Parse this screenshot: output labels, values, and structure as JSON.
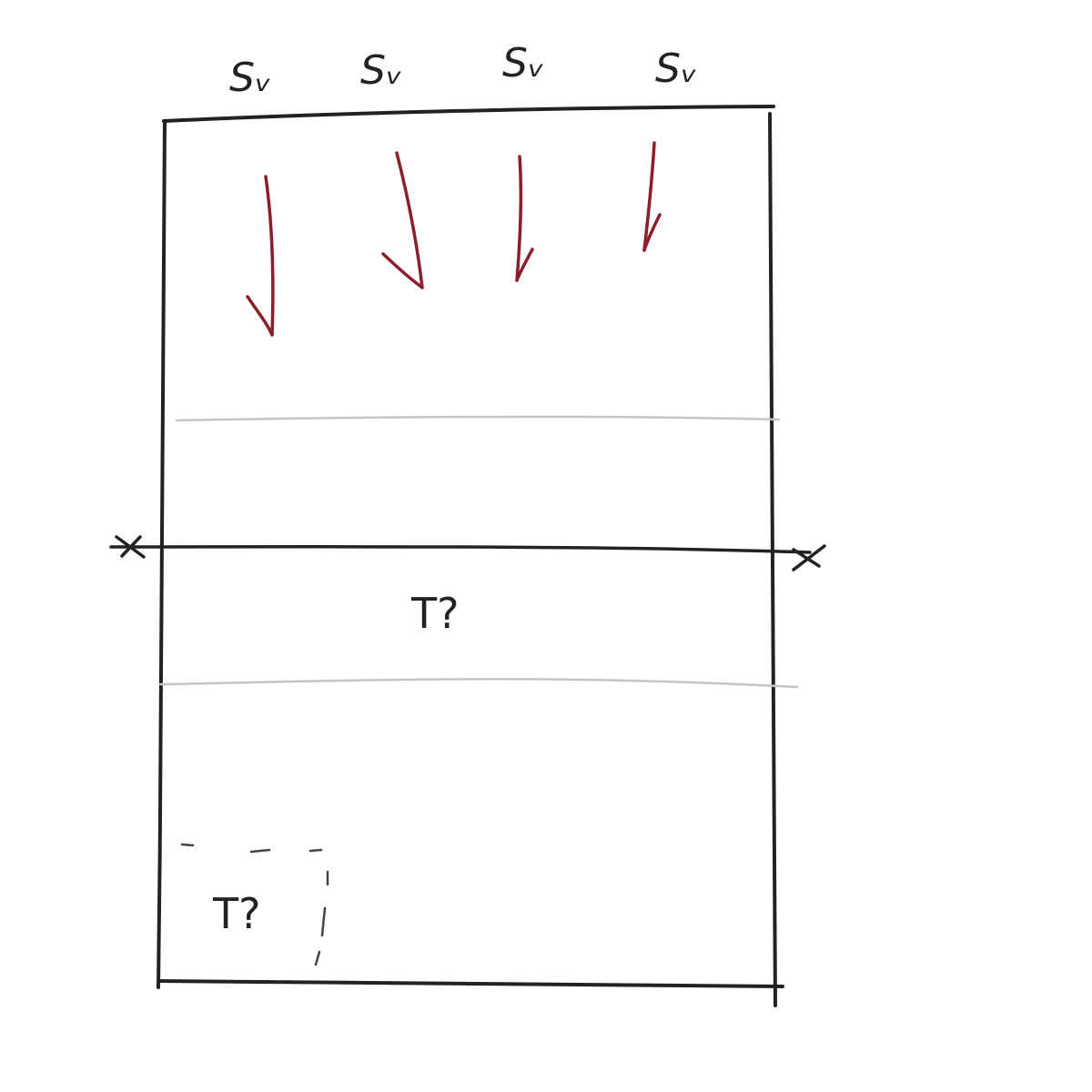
{
  "colors": {
    "ink": "#222222",
    "arrow": "#8b1e2b",
    "guide": "#c4c4c4",
    "background": "#ffffff"
  },
  "top_labels": [
    "Sᵥ",
    "Sᵥ",
    "Sᵥ",
    "Sᵥ"
  ],
  "middle_label": "T?",
  "corner_label": "T?",
  "icons": [
    "down-arrow-icon",
    "boundary-cross-icon"
  ]
}
